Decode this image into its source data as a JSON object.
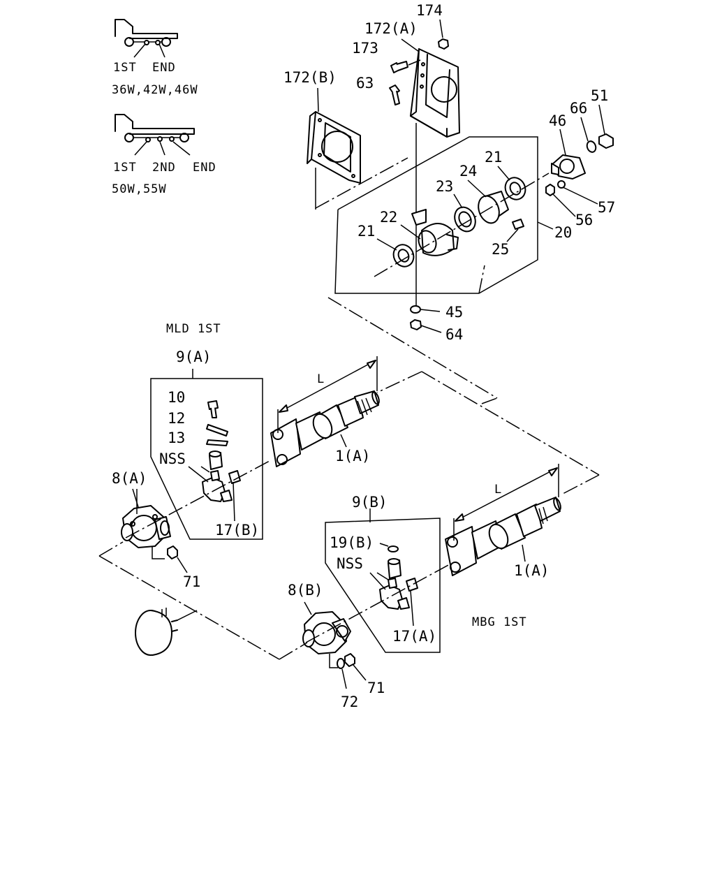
{
  "legends": {
    "top": {
      "first": "1ST",
      "end": "END",
      "models": "36W,42W,46W"
    },
    "bottom": {
      "first": "1ST",
      "second": "2ND",
      "end": "END",
      "models": "50W,55W"
    }
  },
  "captions": {
    "mld": "MLD 1ST",
    "mbg": "MBG 1ST"
  },
  "dimensions": {
    "upper": "L",
    "lower": "L"
  },
  "callouts": {
    "p174": "174",
    "p172a": "172(A)",
    "p173": "173",
    "p63": "63",
    "p172b": "172(B)",
    "p46": "46",
    "p66": "66",
    "p51": "51",
    "p21a": "21",
    "p24": "24",
    "p23": "23",
    "p22": "22",
    "p21b": "21",
    "p57": "57",
    "p56": "56",
    "p20": "20",
    "p25": "25",
    "p45": "45",
    "p64": "64",
    "p9a": "9(A)",
    "p10": "10",
    "p12": "12",
    "p13": "13",
    "nss_a": "NSS",
    "p8a": "8(A)",
    "p17b": "17(B)",
    "p71a": "71",
    "p1a_upper": "1(A)",
    "p9b": "9(B)",
    "p19b": "19(B)",
    "nss_b": "NSS",
    "p8b": "8(B)",
    "p17a": "17(A)",
    "p72": "72",
    "p71b": "71",
    "p1a_lower": "1(A)"
  }
}
